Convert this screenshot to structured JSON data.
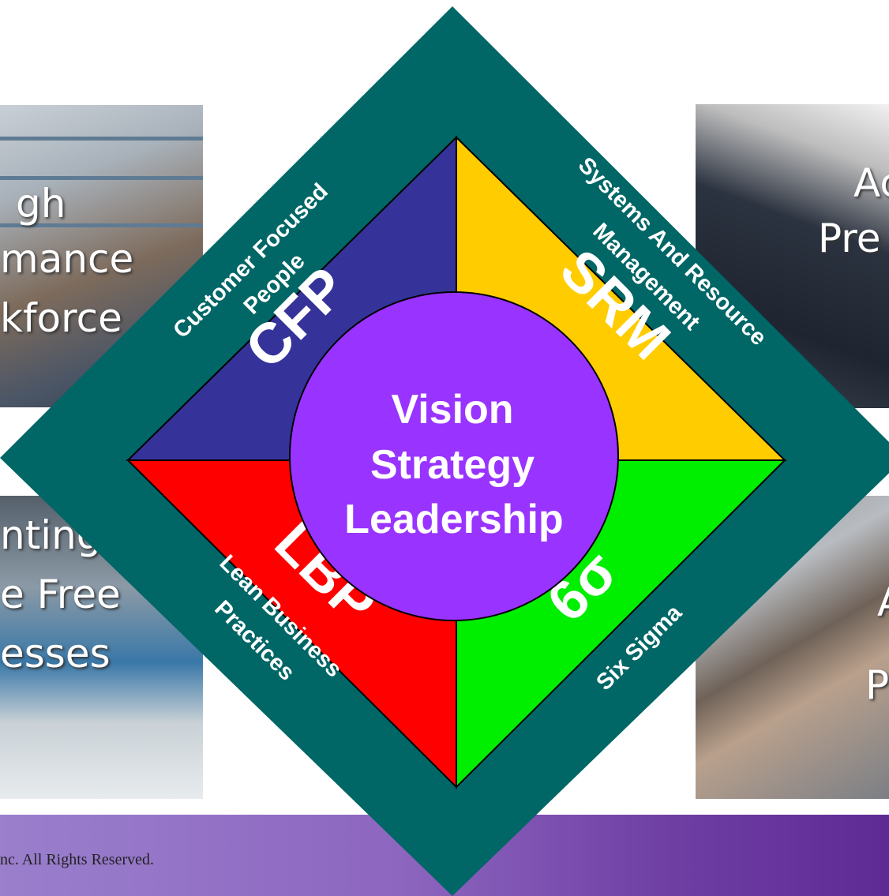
{
  "photos": {
    "top_left_caption_lines": [
      "gh",
      "mance",
      "kforce"
    ],
    "top_right_caption_lines": [
      "Ac",
      "Pre"
    ],
    "bottom_left_caption_lines": [
      "nting",
      "e Free",
      "esses"
    ],
    "bottom_right_caption_lines": [
      "A",
      "P"
    ]
  },
  "diagram": {
    "center_lines": [
      "Vision",
      "Strategy",
      "Leadership"
    ],
    "quadrants": {
      "top_left": {
        "abbr": "CFP",
        "outer_line1": "Customer Focused",
        "outer_line2": "People",
        "color": "#35339a"
      },
      "top_right": {
        "abbr": "SRM",
        "outer_line1": "Systems And Resource",
        "outer_line2": "Management",
        "color": "#ffcc00"
      },
      "bottom_left": {
        "abbr": "LBP",
        "outer_line1": "Lean Business",
        "outer_line2": "Practices",
        "color": "#ff0000"
      },
      "bottom_right": {
        "abbr": "6σ",
        "outer_line1": "Six Sigma",
        "color": "#00ee00"
      }
    },
    "frame_color": "#006666",
    "center_color": "#9933ff"
  },
  "footer": {
    "text": "nc.   All Rights Reserved."
  }
}
